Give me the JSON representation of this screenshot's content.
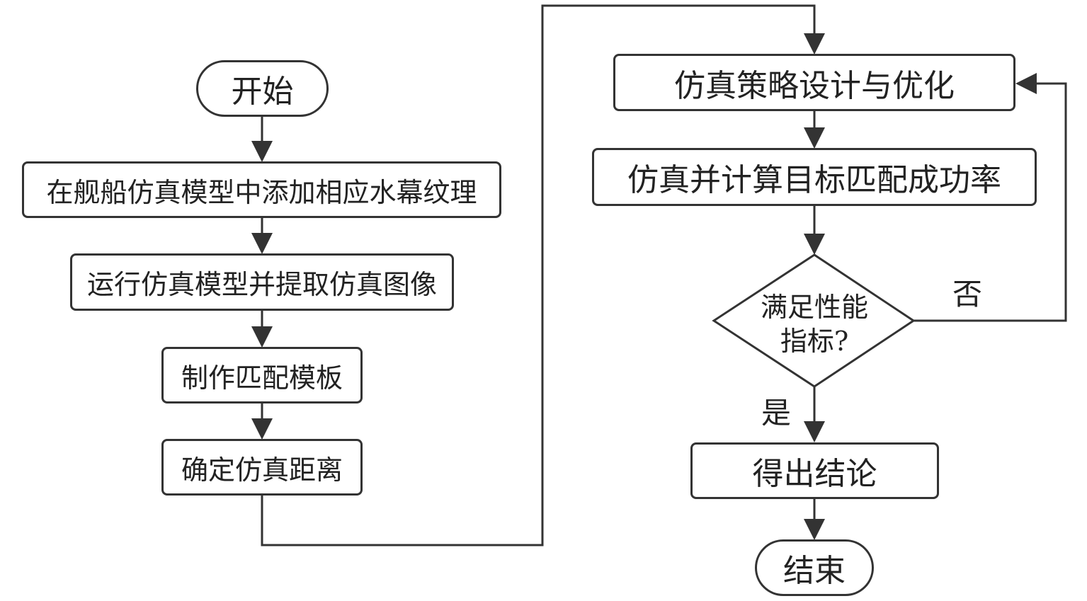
{
  "nodes": {
    "start": "开始",
    "add_texture": "在舰船仿真模型中添加相应水幕纹理",
    "run_model": "运行仿真模型并提取仿真图像",
    "make_template": "制作匹配模板",
    "set_distance": "确定仿真距离",
    "strategy": "仿真策略设计与优化",
    "compute_rate": "仿真并计算目标匹配成功率",
    "decision_line1": "满足性能",
    "decision_line2": "指标?",
    "conclusion": "得出结论",
    "end": "结束"
  },
  "branches": {
    "no": "否",
    "yes": "是"
  },
  "colors": {
    "stroke": "#333333",
    "text": "#222222",
    "background": "#ffffff"
  }
}
